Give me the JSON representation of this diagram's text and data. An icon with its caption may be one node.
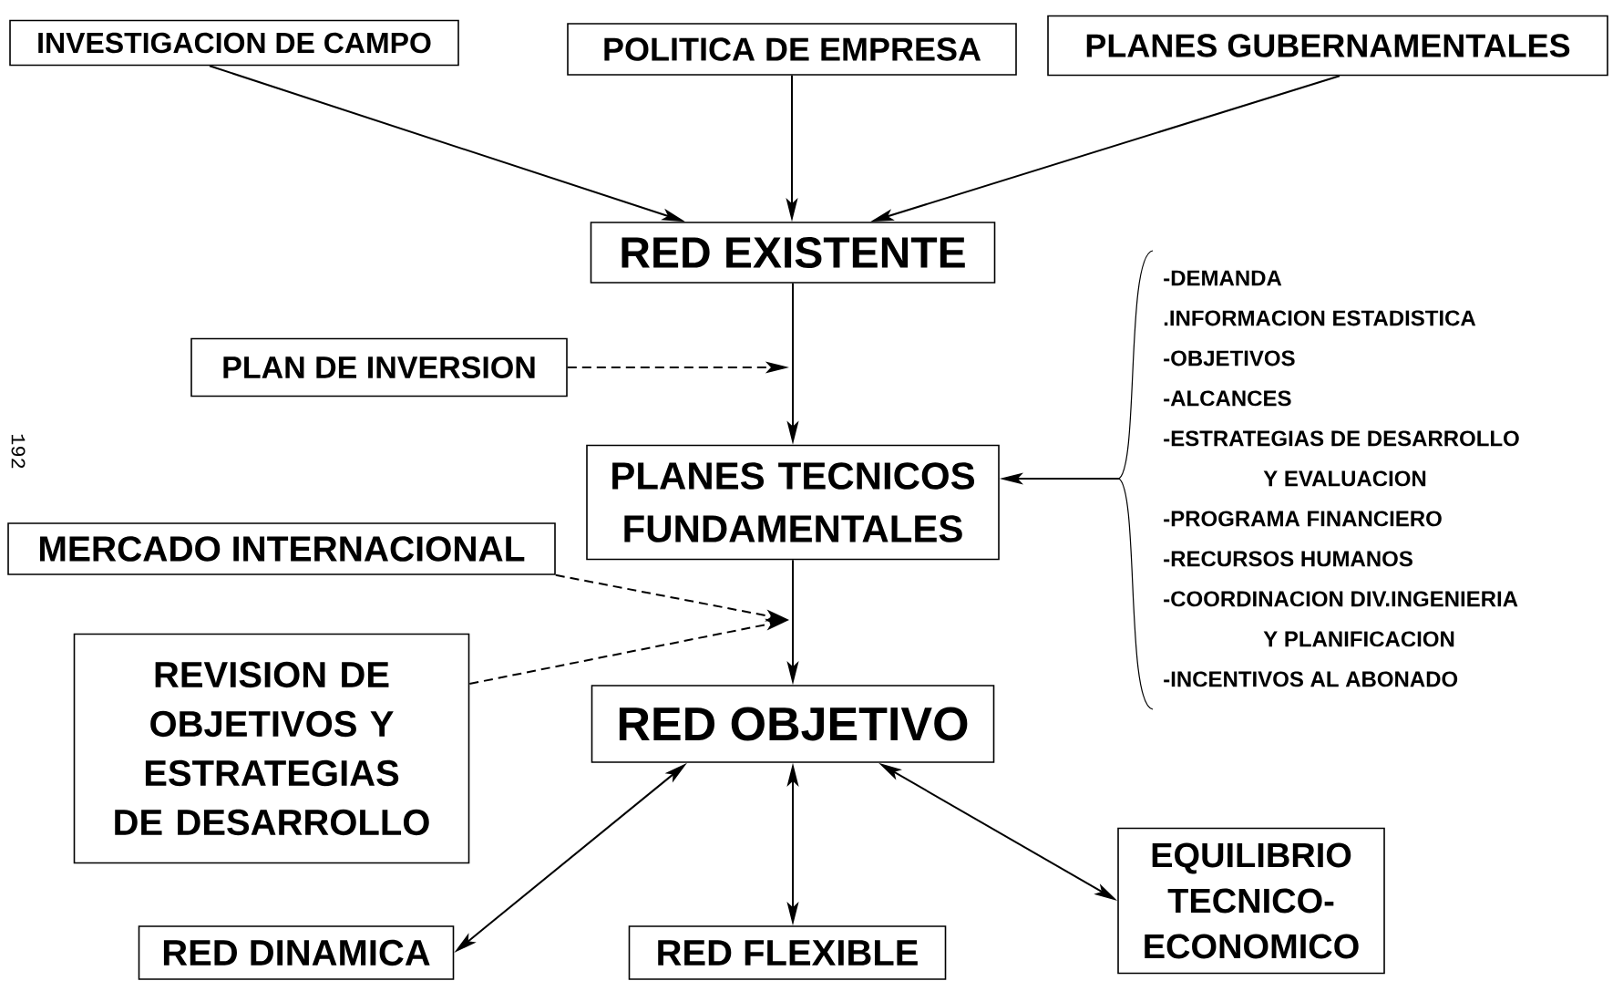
{
  "diagram": {
    "nodes": [
      {
        "text": [
          "INVESTIGACION DE CAMPO"
        ]
      },
      {
        "text": [
          "POLITICA DE EMPRESA"
        ]
      },
      {
        "text": [
          "PLANES GUBERNAMENTALES"
        ]
      },
      {
        "text": [
          "RED EXISTENTE"
        ]
      },
      {
        "text": [
          "PLAN DE INVERSION"
        ]
      },
      {
        "text": [
          "PLANES TECNICOS FUNDAMENTALES"
        ]
      },
      {
        "text": [
          "-DEMANDA",
          ".INFORMACION ESTADISTICA",
          "-OBJETIVOS",
          "-ALCANCES",
          "-ESTRATEGIAS DE DESARROLLO Y EVALUACION",
          "-PROGRAMA FINANCIERO",
          "-RECURSOS HUMANOS",
          "-COORDINACION DIV.INGENIERIA Y PLANIFICACION",
          "-INCENTIVOS AL ABONADO"
        ]
      },
      {
        "text": [
          "MERCADO INTERNACIONAL"
        ]
      },
      {
        "text": [
          "REVISION DE OBJETIVOS Y ESTRATEGIAS DE DESARROLLO"
        ]
      },
      {
        "text": [
          "RED OBJETIVO"
        ]
      },
      {
        "text": [
          "RED DINAMICA"
        ]
      },
      {
        "text": [
          "RED FLEXIBLE"
        ]
      },
      {
        "text": [
          "EQUILIBRIO TECNICO-ECONOMICO"
        ]
      }
    ],
    "edges": [
      {
        "from": 0,
        "to": 3,
        "arrow": "to"
      },
      {
        "from": 1,
        "to": 3,
        "arrow": "to"
      },
      {
        "from": 2,
        "to": 3,
        "arrow": "to"
      },
      {
        "from": 3,
        "to": 5,
        "arrow": "to"
      },
      {
        "from": 4,
        "to": null,
        "arrow": "to",
        "style": "dashed"
      },
      {
        "from": 6,
        "to": 5,
        "arrow": "to"
      },
      {
        "from": 5,
        "to": 9,
        "arrow": "to"
      },
      {
        "from": 7,
        "to": null,
        "arrow": "to",
        "style": "dashed"
      },
      {
        "from": 8,
        "to": null,
        "arrow": "to",
        "style": "dashed"
      },
      {
        "from": 9,
        "to": 10,
        "arrow": "both"
      },
      {
        "from": 9,
        "to": 11,
        "arrow": "both"
      },
      {
        "from": 9,
        "to": 12,
        "arrow": "both"
      }
    ],
    "labels": [
      "192"
    ]
  }
}
